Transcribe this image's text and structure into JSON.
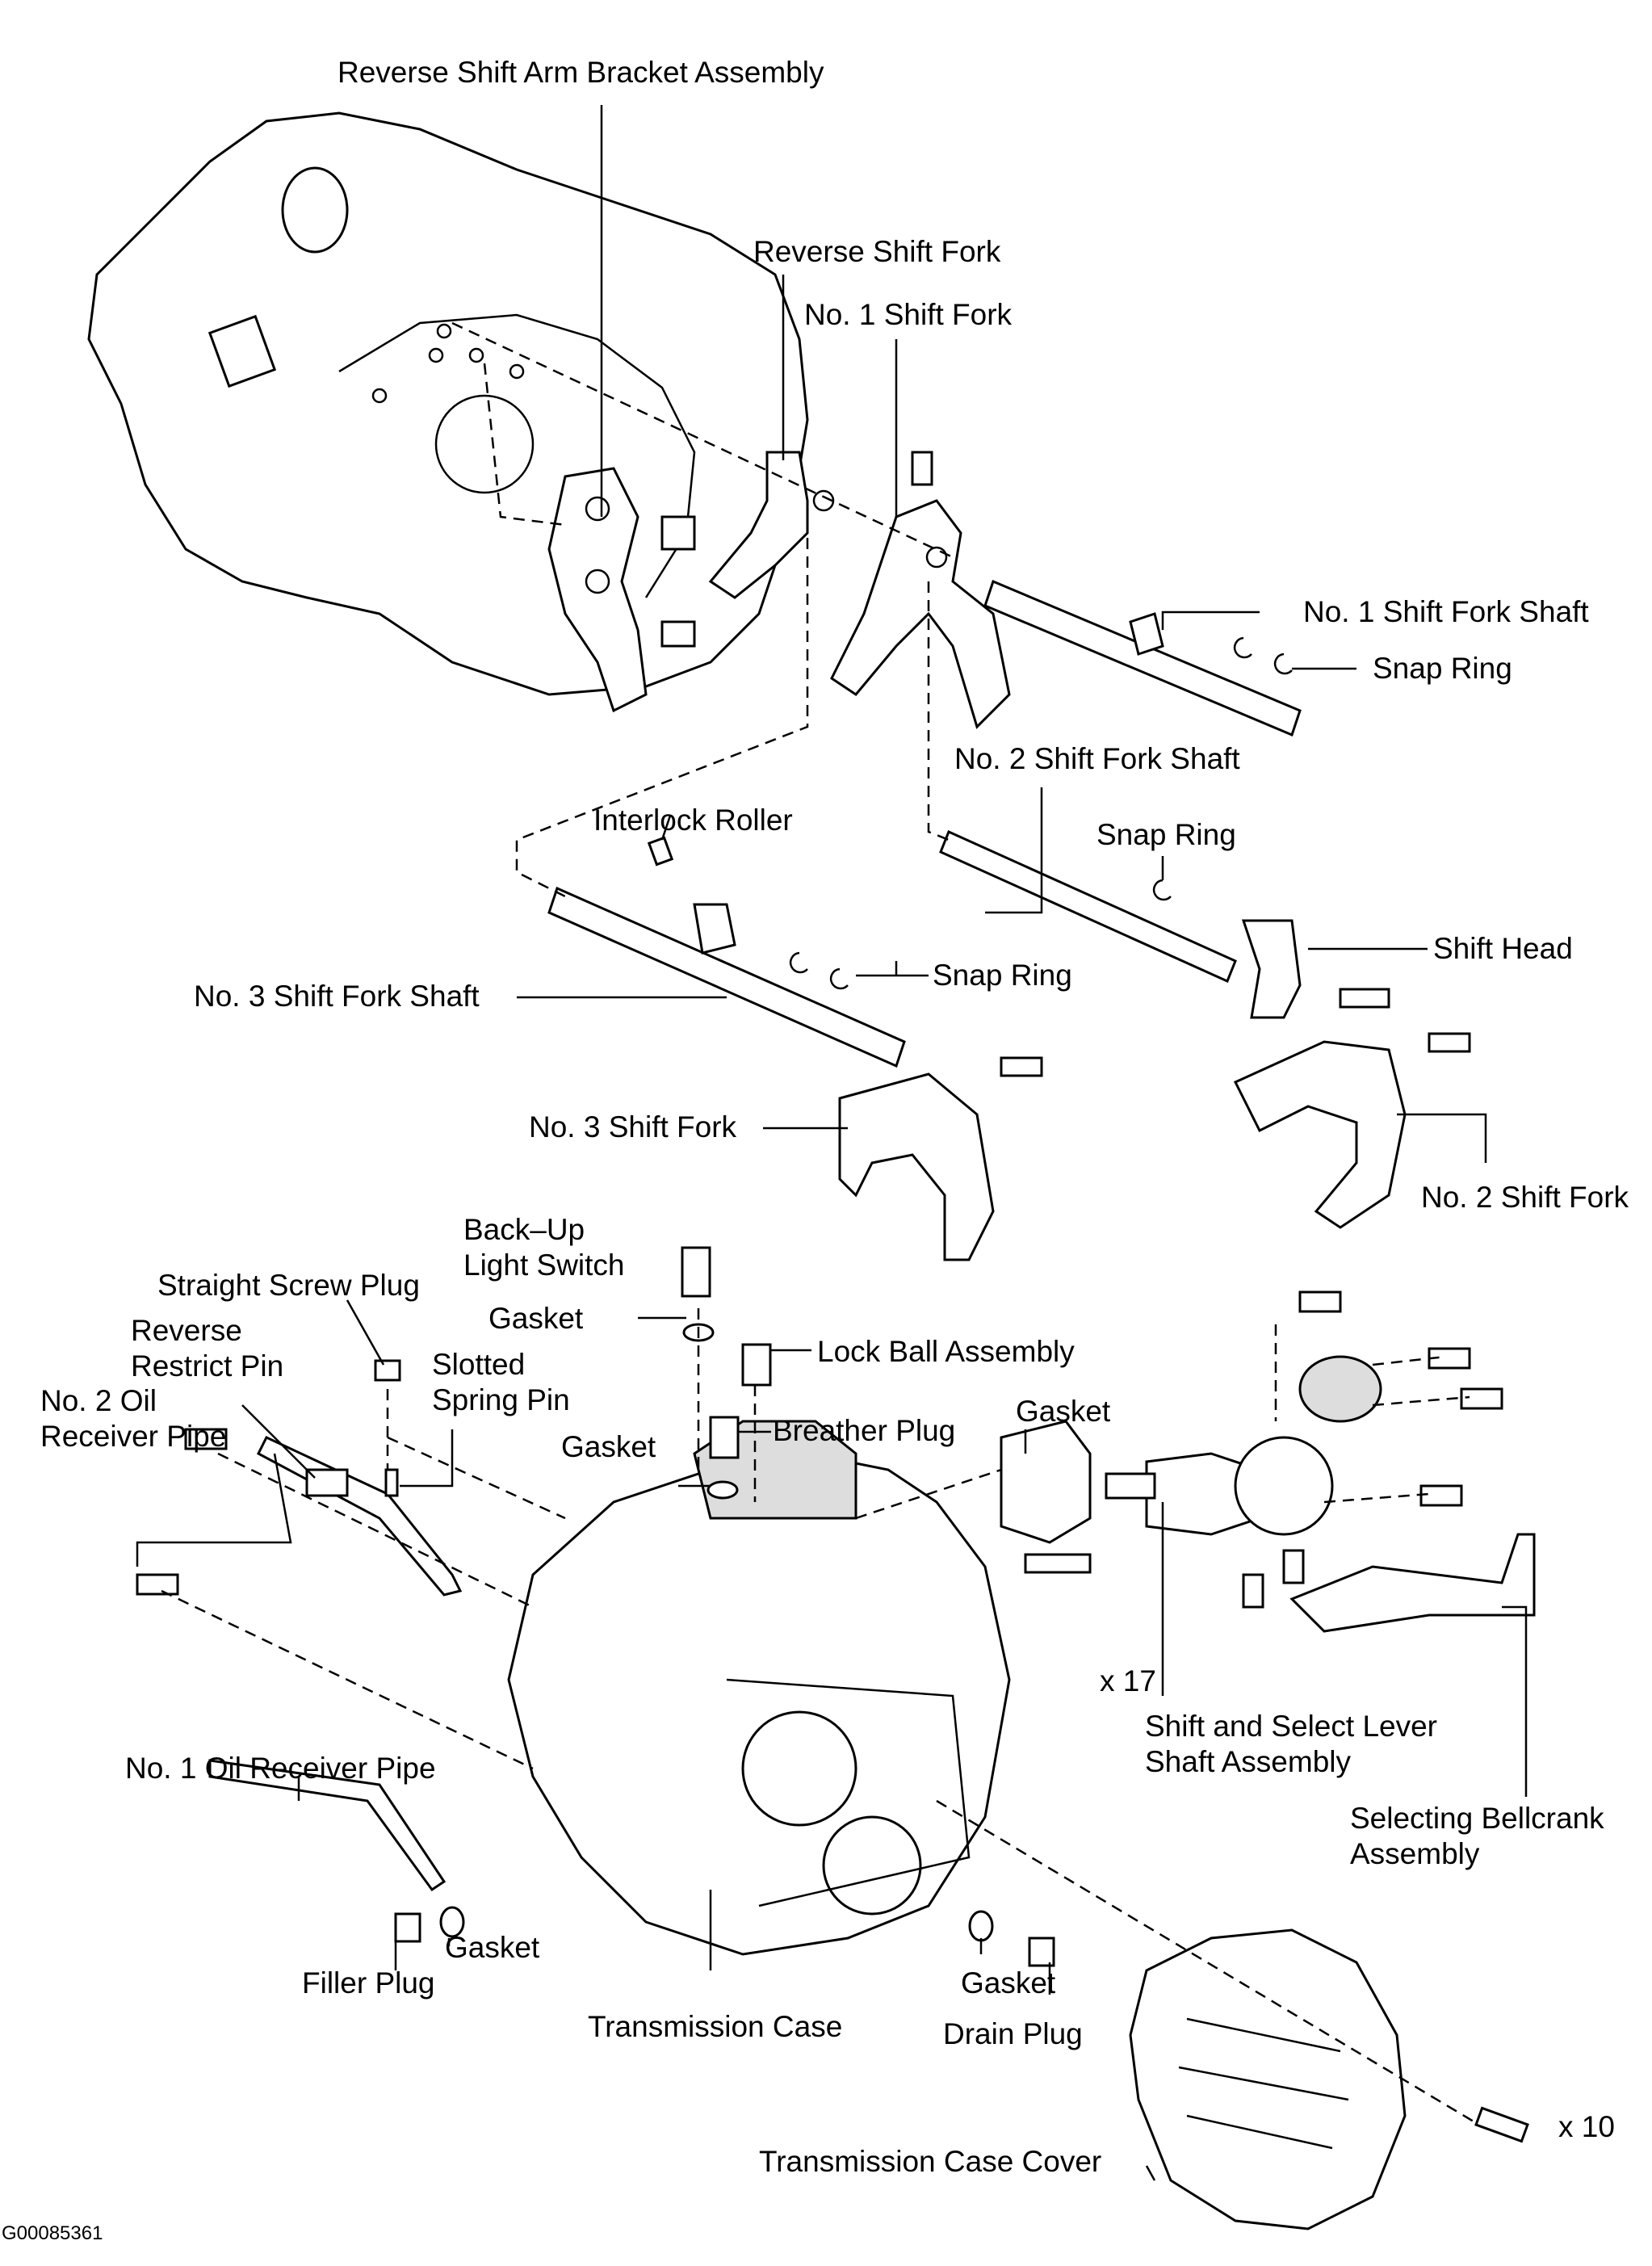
{
  "diagram": {
    "title": "Manual Transmission Case Exploded View",
    "reference_code": "G00085361",
    "labels": {
      "reverse_shift_arm_bracket_assembly": "Reverse Shift Arm Bracket Assembly",
      "reverse_shift_fork": "Reverse Shift Fork",
      "no1_shift_fork": "No. 1 Shift Fork",
      "no1_shift_fork_shaft": "No. 1 Shift Fork Shaft",
      "snap_ring_1": "Snap Ring",
      "no2_shift_fork_shaft": "No. 2 Shift Fork Shaft",
      "interlock_roller": "Interlock Roller",
      "snap_ring_2": "Snap Ring",
      "snap_ring_3": "Snap Ring",
      "shift_head": "Shift Head",
      "no3_shift_fork_shaft": "No. 3 Shift Fork Shaft",
      "no3_shift_fork": "No. 3 Shift Fork",
      "no2_shift_fork": "No. 2 Shift Fork",
      "back_up_light_switch_1": "Back–Up",
      "back_up_light_switch_2": "Light Switch",
      "straight_screw_plug": "Straight Screw Plug",
      "gasket_1": "Gasket",
      "reverse_restrict_pin_1": "Reverse",
      "reverse_restrict_pin_2": "Restrict Pin",
      "slotted_spring_pin_1": "Slotted",
      "slotted_spring_pin_2": "Spring Pin",
      "lock_ball_assembly": "Lock Ball Assembly",
      "no2_oil_receiver_pipe_1": "No. 2 Oil",
      "no2_oil_receiver_pipe_2": "Receiver Pipe",
      "gasket_2": "Gasket",
      "breather_plug": "Breather Plug",
      "gasket_3": "Gasket",
      "x17": "x 17",
      "no1_oil_receiver_pipe": "No. 1 Oil Receiver Pipe",
      "shift_select_lever_1": "Shift and Select Lever",
      "shift_select_lever_2": "Shaft Assembly",
      "selecting_bellcrank_1": "Selecting Bellcrank",
      "selecting_bellcrank_2": "Assembly",
      "gasket_4": "Gasket",
      "filler_plug": "Filler Plug",
      "gasket_5": "Gasket",
      "drain_plug": "Drain Plug",
      "transmission_case": "Transmission Case",
      "x10": "x 10",
      "transmission_case_cover": "Transmission Case Cover"
    }
  }
}
